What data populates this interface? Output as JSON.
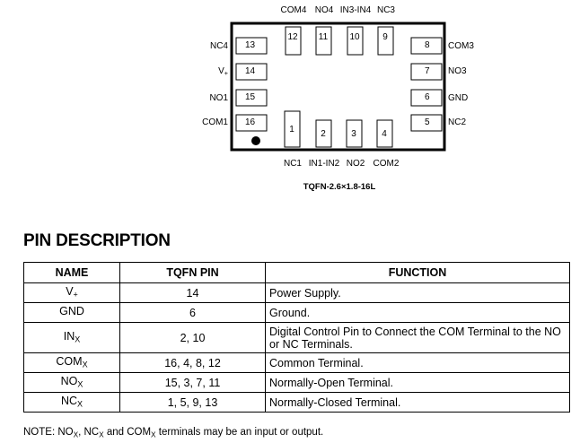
{
  "diagram": {
    "top_pin_names": [
      "COM4",
      "NO4",
      "IN3-IN4",
      "NC3"
    ],
    "bottom_pin_names": [
      "NC1",
      "IN1-IN2",
      "NO2",
      "COM2"
    ],
    "left_pin_names": [
      "NC4",
      "V+",
      "NO1",
      "COM1"
    ],
    "right_pin_names": [
      "COM3",
      "NO3",
      "GND",
      "NC2"
    ],
    "top_pin_numbers": [
      "12",
      "11",
      "10",
      "9"
    ],
    "bottom_pin_numbers": [
      "1",
      "2",
      "3",
      "4"
    ],
    "left_pin_numbers": [
      "13",
      "14",
      "15",
      "16"
    ],
    "right_pin_numbers": [
      "8",
      "7",
      "6",
      "5"
    ],
    "package_name": "TQFN-2.6×1.8-16L"
  },
  "section_title": "PIN DESCRIPTION",
  "table": {
    "headers": [
      "NAME",
      "TQFN PIN",
      "FUNCTION"
    ],
    "rows": [
      {
        "name": "V",
        "sub": "+",
        "pins": "14",
        "function": "Power Supply."
      },
      {
        "name": "GND",
        "sub": "",
        "pins": "6",
        "function": "Ground."
      },
      {
        "name": "IN",
        "sub": "X",
        "pins": "2, 10",
        "function": "Digital Control Pin to Connect the COM Terminal to the NO or NC Terminals."
      },
      {
        "name": "COM",
        "sub": "X",
        "pins": "16, 4, 8, 12",
        "function": "Common Terminal."
      },
      {
        "name": "NO",
        "sub": "X",
        "pins": "15, 3, 7, 11",
        "function": "Normally-Open Terminal."
      },
      {
        "name": "NC",
        "sub": "X",
        "pins": "1, 5, 9, 13",
        "function": "Normally-Closed Terminal."
      }
    ]
  },
  "note": {
    "prefix": "NOTE: NO",
    "sub1": "X",
    "mid1": ", NC",
    "sub2": "X",
    "mid2": " and COM",
    "sub3": "X",
    "suffix": " terminals may be an input or output."
  }
}
